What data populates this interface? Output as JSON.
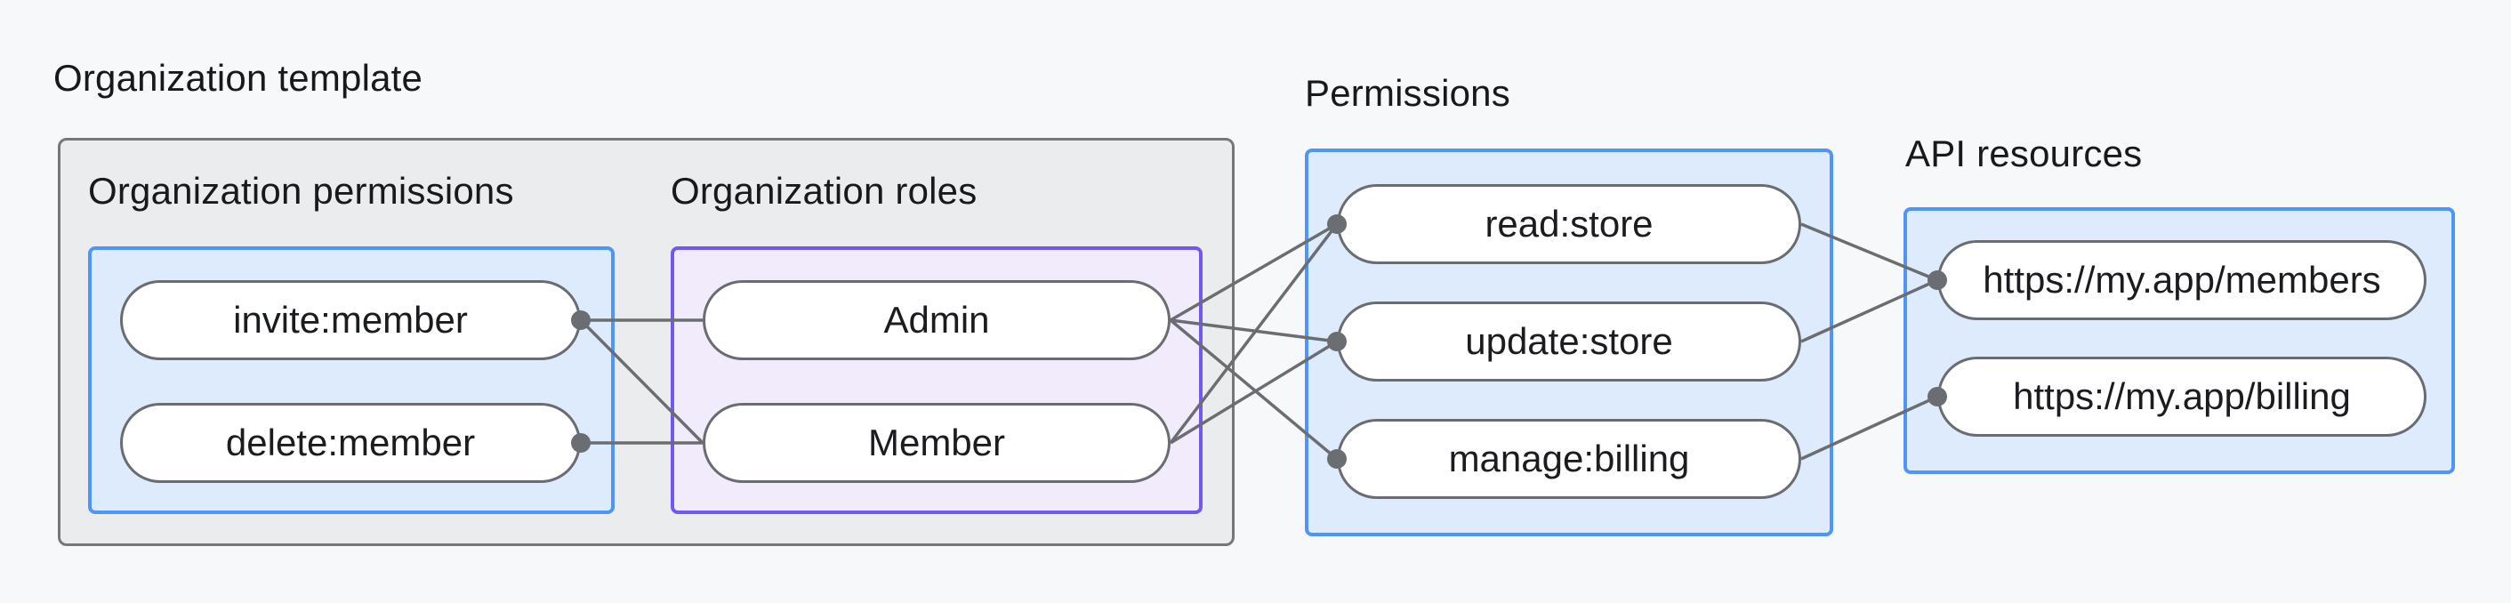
{
  "page": {
    "title": "Organization template"
  },
  "groups": {
    "org_template": {
      "title": "Organization template"
    },
    "org_permissions": {
      "title": "Organization permissions",
      "nodes": [
        "invite:member",
        "delete:member"
      ]
    },
    "org_roles": {
      "title": "Organization roles",
      "nodes": [
        "Admin",
        "Member"
      ]
    },
    "permissions": {
      "title": "Permissions",
      "nodes": [
        "read:store",
        "update:store",
        "manage:billing"
      ]
    },
    "api_resources": {
      "title": "API resources",
      "nodes": [
        "https://my.app/members",
        "https://my.app/billing"
      ]
    }
  },
  "edges": [
    {
      "from": "invite:member",
      "to": "Admin"
    },
    {
      "from": "invite:member",
      "to": "Member"
    },
    {
      "from": "delete:member",
      "to": "Member"
    },
    {
      "from": "Admin",
      "to": "read:store"
    },
    {
      "from": "Admin",
      "to": "update:store"
    },
    {
      "from": "Admin",
      "to": "manage:billing"
    },
    {
      "from": "Member",
      "to": "read:store"
    },
    {
      "from": "Member",
      "to": "update:store"
    },
    {
      "from": "read:store",
      "to": "https://my.app/members"
    },
    {
      "from": "update:store",
      "to": "https://my.app/members"
    },
    {
      "from": "manage:billing",
      "to": "https://my.app/billing"
    }
  ],
  "colors": {
    "background": "#f7f8f9",
    "outer_box_fill": "#ebeced",
    "outer_box_border": "#75777c",
    "blue_box_fill": "#ddebfc",
    "blue_box_border": "#4d95f7",
    "purple_box_fill": "#f1ebfb",
    "purple_box_border": "#7456f0",
    "pill_fill": "#ffffff",
    "pill_border": "#696c70",
    "wire": "#6a6d71",
    "text": "#17191d"
  }
}
